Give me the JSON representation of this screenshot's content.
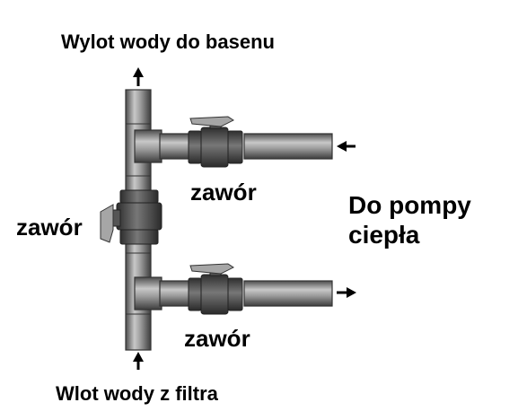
{
  "labels": {
    "top_outlet": "Wylot wody do basenu",
    "bottom_inlet": "Wlot wody z filtra",
    "valve_vertical": "zawór",
    "valve_upper": "zawór",
    "valve_lower": "zawór",
    "pump_line1": "Do pompy",
    "pump_line2": "ciepła"
  },
  "colors": {
    "pipe": "#8c8c8c",
    "pipe_dark": "#555555",
    "pipe_light": "#d0d0d0",
    "valve_body": "#4a4a4a",
    "handle": "#9a9a9a",
    "arrow": "#000000"
  }
}
